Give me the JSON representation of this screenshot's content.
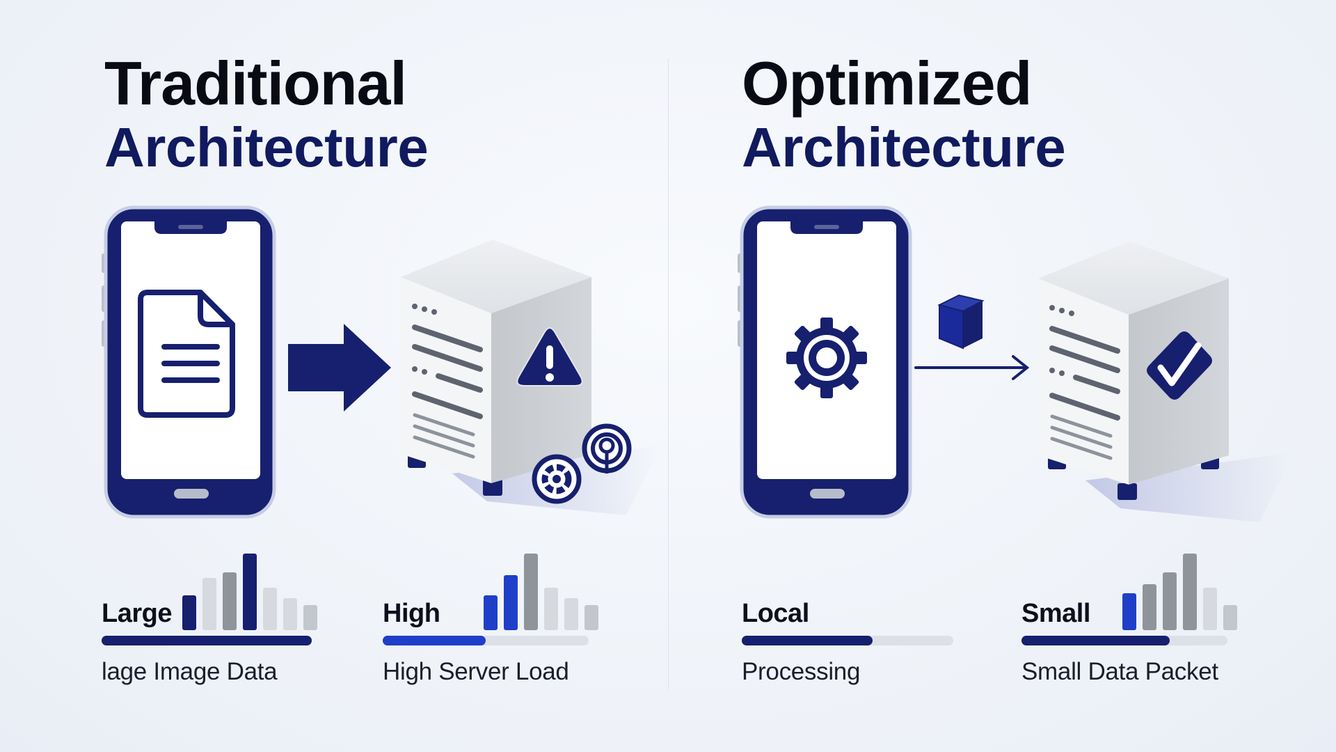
{
  "colors": {
    "navy": "#16206e",
    "royal_blue": "#1f3fc9",
    "gray_dark": "#8f949b",
    "gray_light": "#d6d9de",
    "track": "#dde1e7",
    "background": "#eef2f8"
  },
  "panels": [
    {
      "title_line1": "Traditional",
      "title_line2": "Architecture",
      "phone_content_icon": "document-icon",
      "transfer": {
        "type": "block-arrow",
        "payload_icon": null
      },
      "server_status_icon": "warning-icon",
      "server_extra_icons": [
        "radar-icon",
        "target-gear-icon"
      ],
      "metrics": [
        {
          "heading": "Large",
          "caption": "lage Image Data",
          "fill": 1.0,
          "bars": [
            {
              "level": 0.45,
              "tone": "navy"
            },
            {
              "level": 0.68,
              "tone": "light"
            },
            {
              "level": 0.75,
              "tone": "dark"
            },
            {
              "level": 1.0,
              "tone": "navy"
            },
            {
              "level": 0.55,
              "tone": "light"
            },
            {
              "level": 0.42,
              "tone": "light"
            },
            {
              "level": 0.33,
              "tone": "dark-light"
            }
          ]
        },
        {
          "heading": "High",
          "caption": "High Server Load",
          "fill": 0.5,
          "bars": [
            {
              "level": 0.45,
              "tone": "royal"
            },
            {
              "level": 0.72,
              "tone": "royal"
            },
            {
              "level": 1.0,
              "tone": "dark"
            },
            {
              "level": 0.55,
              "tone": "light"
            },
            {
              "level": 0.42,
              "tone": "light"
            },
            {
              "level": 0.33,
              "tone": "dark-light"
            }
          ]
        }
      ]
    },
    {
      "title_line1": "Optimized",
      "title_line2": "Architecture",
      "phone_content_icon": "gear-icon",
      "transfer": {
        "type": "thin-arrow",
        "payload_icon": "cube-icon"
      },
      "server_status_icon": "checkmark-icon",
      "server_extra_icons": [],
      "metrics": [
        {
          "heading": "Local",
          "caption": "Processing",
          "fill": 0.62,
          "bars": []
        },
        {
          "heading": "Small",
          "caption": "Small Data Packet",
          "fill": 0.72,
          "bars": [
            {
              "level": 0.48,
              "tone": "royal"
            },
            {
              "level": 0.6,
              "tone": "dark"
            },
            {
              "level": 0.75,
              "tone": "dark"
            },
            {
              "level": 1.0,
              "tone": "dark"
            },
            {
              "level": 0.55,
              "tone": "light"
            },
            {
              "level": 0.33,
              "tone": "dark-light"
            }
          ]
        }
      ]
    }
  ]
}
